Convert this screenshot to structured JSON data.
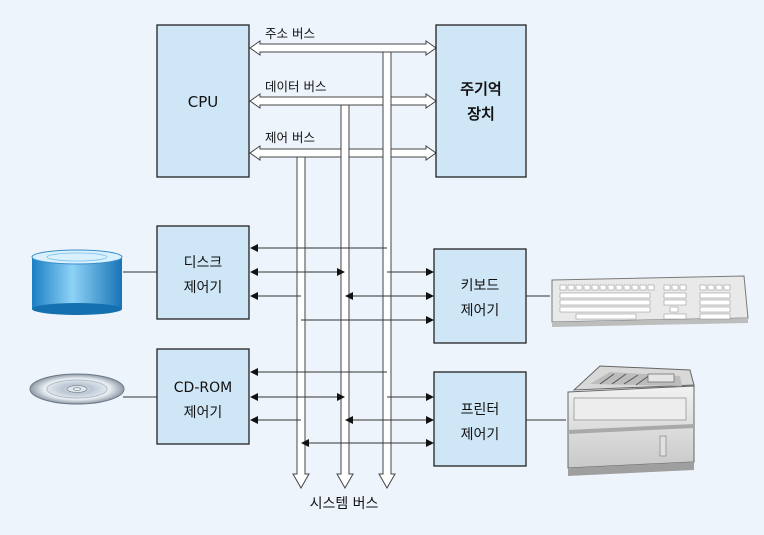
{
  "buses": {
    "address": "주소 버스",
    "data": "데이터 버스",
    "control": "제어 버스",
    "system": "시스템 버스"
  },
  "components": {
    "cpu": "CPU",
    "memory_line1": "주기억",
    "memory_line2": "장치",
    "disk_ctrl_line1": "디스크",
    "disk_ctrl_line2": "제어기",
    "cdrom_ctrl_line1": "CD-ROM",
    "cdrom_ctrl_line2": "제어기",
    "keyboard_ctrl_line1": "키보드",
    "keyboard_ctrl_line2": "제어기",
    "printer_ctrl_line1": "프린터",
    "printer_ctrl_line2": "제어기"
  },
  "devices": {
    "disk": "disk-drive-icon",
    "cdrom": "cd-disc-icon",
    "keyboard": "keyboard-icon",
    "printer": "printer-icon"
  },
  "colors": {
    "box_fill": "#cfe6f6",
    "background": "#eef4fb",
    "bus_fill": "#ffffff"
  }
}
